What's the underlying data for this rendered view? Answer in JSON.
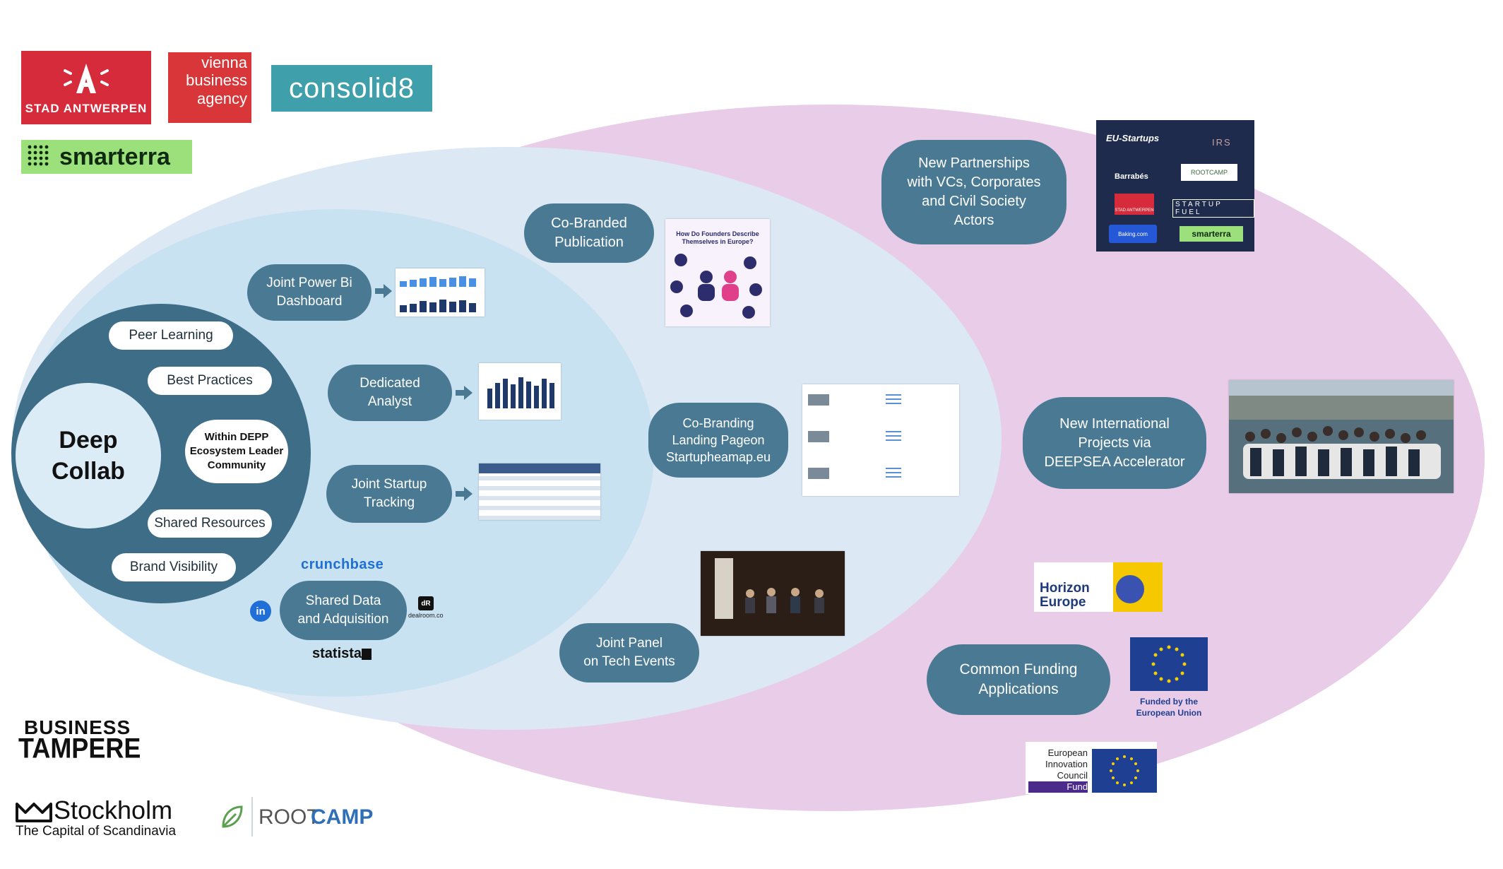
{
  "logos_top": {
    "antwerpen": "STAD ANTWERPEN",
    "vienna": [
      "vienna",
      "business",
      "agency"
    ],
    "consolid8": "consolid8",
    "smarterra": "smarterra"
  },
  "logos_bottom": {
    "tampere_line1": "BUSINESS",
    "tampere_line2": "TAMPERE",
    "stockholm": "Stockholm",
    "stockholm_sub": "The Capital of Scandinavia",
    "rootcamp_a": "ROOT",
    "rootcamp_b": "CAMP"
  },
  "core": {
    "title_line1": "Deep",
    "title_line2": "Collab",
    "items": [
      "Peer Learning",
      "Best Practices",
      "Shared Resources",
      "Brand Visibility"
    ],
    "community": [
      "Within DEPP",
      "Ecosystem Leader",
      "Community"
    ]
  },
  "mid": {
    "power_bi": [
      "Joint Power Bi",
      "Dashboard"
    ],
    "analyst": [
      "Dedicated",
      "Analyst"
    ],
    "tracking": [
      "Joint Startup",
      "Tracking"
    ],
    "shared_data": [
      "Shared Data",
      "and Adquisition"
    ],
    "crunchbase": "crunchbase",
    "statista": "statista",
    "dealroom": "dealroom.co",
    "linkedin": "in"
  },
  "outer": {
    "publication": [
      "Co-Branded",
      "Publication"
    ],
    "publication_thumb": "How Do Founders Describe Themselves in Europe?",
    "landing": [
      "Co-Branding",
      "Landing Pageon",
      "Startupheamap.eu"
    ],
    "panel": [
      "Joint Panel",
      "on Tech Events"
    ]
  },
  "far": {
    "partnerships": [
      "New Partnerships",
      "with VCs, Corporates",
      "and Civil Society",
      "Actors"
    ],
    "international": [
      "New International",
      "Projects via",
      "DEEPSEA Accelerator"
    ],
    "funding": [
      "Common Funding",
      "Applications"
    ],
    "partner_logos": [
      "EU-Startups",
      "IRS",
      "Barrabés",
      "ROOTCAMP",
      "STAD ANTWERPEN",
      "STARTUP FUEL",
      "Baking.com",
      "smarterra"
    ],
    "horizon": [
      "Horizon",
      "Europe"
    ],
    "eu_funded": [
      "Funded by the",
      "European Union"
    ],
    "eic": [
      "European",
      "Innovation",
      "Council",
      "Fund"
    ]
  },
  "colors": {
    "pill": "#4a7a93",
    "core_dark": "#3e6e87",
    "inner_light": "#c8e2f1",
    "mid_light": "#dce8f4",
    "outer_pink": "#e8cce8",
    "eu_blue": "#1f3f93",
    "eu_star": "#f5d000"
  }
}
